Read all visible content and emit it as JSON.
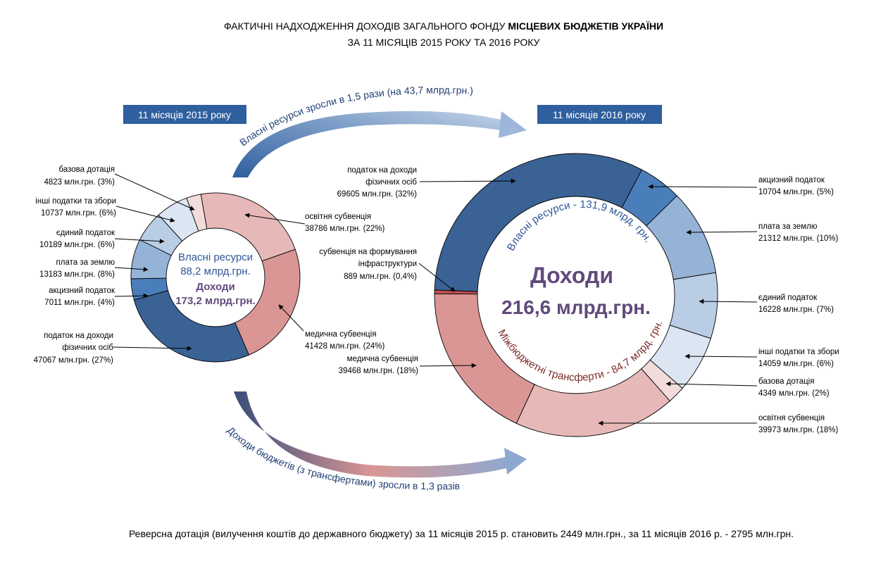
{
  "title": {
    "line1_regular": "ФАКТИЧНІ НАДХОДЖЕННЯ ДОХОДІВ ЗАГАЛЬНОГО ФОНДУ ",
    "line1_bold": "МІСЦЕВИХ БЮДЖЕТІВ УКРАЇНИ",
    "line2": "ЗА 11 МІСЯЦІВ 2015 РОКУ ТА 2016 РОКУ"
  },
  "arrows": {
    "top_text": "Власні ресурси зросли в 1,5 рази (на 43,7 млрд.грн.)",
    "bottom_text": "Доходи бюджетів (з трансфертами) зросли в 1,3 разів"
  },
  "footer": "Реверсна дотація (вилучення коштів до державного бюджету) за 11 місяців 2015 р. становить 2449 млн.грн., за 11 місяців 2016 р. - 2795 млн.грн.",
  "colors": {
    "pdfo": "#3A6294",
    "akcyz": "#4A7EBB",
    "plata": "#95B3D7",
    "yedynyi": "#B9CDE5",
    "inshi": "#DCE6F2",
    "bazova": "#F2DCDB",
    "osvita": "#E6B9B8",
    "medychna": "#D99694",
    "infra": "#C0504D",
    "box": "#2F5F9E",
    "blue_text": "#2F5597",
    "purple_text": "#604A7B",
    "red_text": "#7B2C2A"
  },
  "chart_data": [
    {
      "type": "pie",
      "title": "11 місяців 2015 року",
      "center": {
        "line1": "Власні ресурси",
        "line2": "88,2 млрд.грн.",
        "line3": "Доходи",
        "line4": "173,2 млрд.грн."
      },
      "units": "млн.грн.",
      "slices": [
        {
          "key": "osvita",
          "name": "освітня субвенція",
          "value": 38786,
          "pct": "22%",
          "label2": "38786 млн.грн. (22%)"
        },
        {
          "key": "medychna",
          "name": "медична субвенція",
          "value": 41428,
          "pct": "24%",
          "label2": "41428 млн.грн. (24%)"
        },
        {
          "key": "pdfo",
          "name": "податок на доходи",
          "name2": "фізичних осіб",
          "value": 47067,
          "pct": "27%",
          "label2": "47067 млн.грн. (27%)"
        },
        {
          "key": "akcyz",
          "name": "акцизний податок",
          "value": 7011,
          "pct": "4%",
          "label2": "7011 млн.грн. (4%)"
        },
        {
          "key": "plata",
          "name": "плата за землю",
          "value": 13183,
          "pct": "8%",
          "label2": "13183 млн.грн. (8%)"
        },
        {
          "key": "yedynyi",
          "name": "єдиний податок",
          "value": 10189,
          "pct": "6%",
          "label2": "10189 млн.грн. (6%)"
        },
        {
          "key": "inshi",
          "name": "інші податки та збори",
          "value": 10737,
          "pct": "6%",
          "label2": "10737 млн.грн. (6%)"
        },
        {
          "key": "bazova",
          "name": "базова дотація",
          "value": 4823,
          "pct": "3%",
          "label2": "4823 млн.грн. (3%)"
        }
      ]
    },
    {
      "type": "pie",
      "title": "11 місяців 2016 року",
      "center": {
        "line1": "Доходи",
        "line2": "216,6 млрд.грн.",
        "own": "Власні ресурси - 131,9 млрд. грн.",
        "transfers": "Міжбюджетні трансферти - 84,7 млрд. грн."
      },
      "units": "млн.грн.",
      "slices": [
        {
          "key": "pdfo",
          "name": "податок на доходи",
          "name2": "фізичних осіб",
          "value": 69605,
          "pct": "32%",
          "label2": "69605 млн.грн. (32%)"
        },
        {
          "key": "akcyz",
          "name": "акцизний податок",
          "value": 10704,
          "pct": "5%",
          "label2": "10704 млн.грн. (5%)"
        },
        {
          "key": "plata",
          "name": "плата за землю",
          "value": 21312,
          "pct": "10%",
          "label2": "21312 млн.грн. (10%)"
        },
        {
          "key": "yedynyi",
          "name": "єдиний податок",
          "value": 16228,
          "pct": "7%",
          "label2": "16228 млн.грн. (7%)"
        },
        {
          "key": "inshi",
          "name": "інші податки та збори",
          "value": 14059,
          "pct": "6%",
          "label2": "14059 млн.грн. (6%)"
        },
        {
          "key": "bazova",
          "name": "базова дотація",
          "value": 4349,
          "pct": "2%",
          "label2": "4349 млн.грн. (2%)"
        },
        {
          "key": "osvita",
          "name": "освітня субвенція",
          "value": 39973,
          "pct": "18%",
          "label2": "39973 млн.грн. (18%)"
        },
        {
          "key": "medychna",
          "name": "медична субвенція",
          "value": 39468,
          "pct": "18%",
          "label2": "39468 млн.грн. (18%)"
        },
        {
          "key": "infra",
          "name": "субвенція на формування",
          "name2": "інфраструктури",
          "value": 889,
          "pct": "0,4%",
          "label2": "889 млн.грн. (0,4%)"
        }
      ]
    }
  ]
}
